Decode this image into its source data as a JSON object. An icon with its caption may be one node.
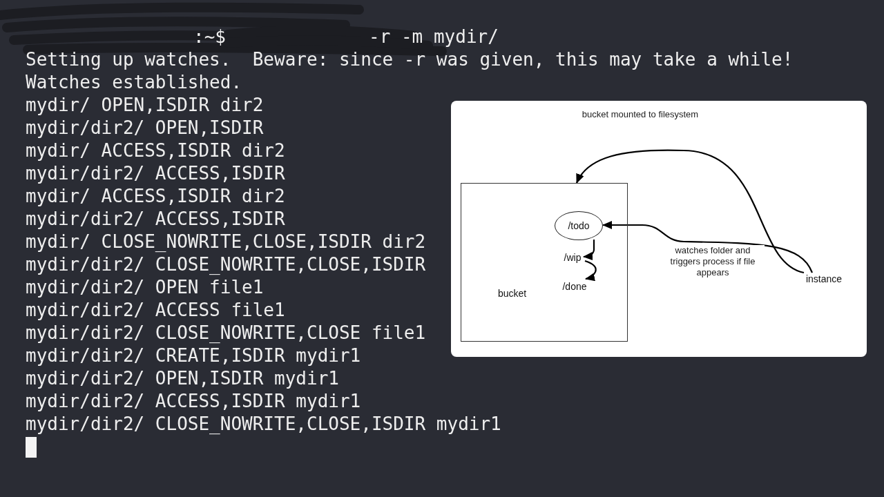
{
  "diagram": {
    "nodes": [
      {
        "text": [],
        "shape": "box"
      },
      {
        "text": [
          "/todo"
        ],
        "in": 0
      },
      {
        "text": [
          "/wip"
        ],
        "in": 0
      },
      {
        "text": [
          "/done"
        ],
        "in": 0
      },
      {
        "text": [
          "instance"
        ]
      }
    ],
    "edges": [
      {
        "from": 4,
        "to": 0,
        "arrow": "to",
        "label": "bucket mounted to filesystem"
      },
      {
        "from": 4,
        "to": 1,
        "arrow": "to",
        "label": "watches folder and triggers process if file appears"
      },
      {
        "from": 1,
        "to": 2,
        "arrow": "to"
      },
      {
        "from": 2,
        "to": 3,
        "arrow": "to"
      }
    ],
    "labels": [
      ":~$",
      "-r -m mydir/",
      "Setting up watches.  Beware: since -r was given, this may take a while!",
      "Watches established.",
      "mydir/ OPEN,ISDIR dir2",
      "mydir/dir2/ OPEN,ISDIR",
      "mydir/ ACCESS,ISDIR dir2",
      "mydir/dir2/ ACCESS,ISDIR",
      "mydir/ ACCESS,ISDIR dir2",
      "mydir/dir2/ ACCESS,ISDIR",
      "mydir/ CLOSE_NOWRITE,CLOSE,ISDIR dir2",
      "mydir/dir2/ CLOSE_NOWRITE,CLOSE,ISDIR",
      "mydir/dir2/ OPEN file1",
      "mydir/dir2/ ACCESS file1",
      "mydir/dir2/ CLOSE_NOWRITE,CLOSE file1",
      "mydir/dir2/ CREATE,ISDIR mydir1",
      "mydir/dir2/ OPEN,ISDIR mydir1",
      "mydir/dir2/ ACCESS,ISDIR mydir1",
      "mydir/dir2/ CLOSE_NOWRITE,CLOSE,ISDIR mydir1",
      "bucket"
    ]
  }
}
